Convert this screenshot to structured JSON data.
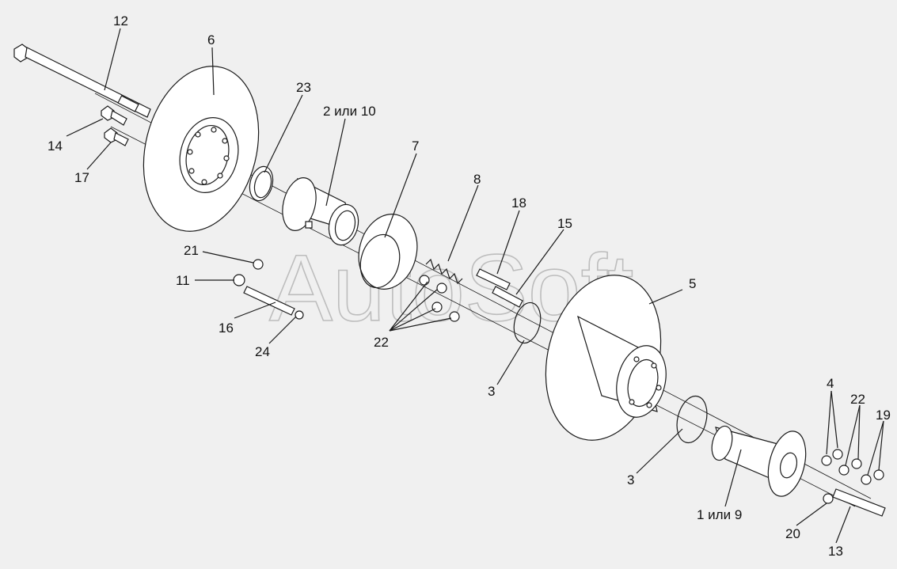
{
  "watermark": "AutoSoft",
  "labels": {
    "l1": "1 или 9",
    "l2": "2 или 10",
    "l3a": "3",
    "l3b": "3",
    "l4": "4",
    "l5": "5",
    "l6": "6",
    "l7": "7",
    "l8": "8",
    "l11": "11",
    "l12": "12",
    "l13": "13",
    "l14": "14",
    "l15": "15",
    "l16": "16",
    "l17": "17",
    "l18": "18",
    "l19": "19",
    "l20": "20",
    "l21": "21",
    "l22a": "22",
    "l22b": "22",
    "l23": "23",
    "l24": "24"
  }
}
